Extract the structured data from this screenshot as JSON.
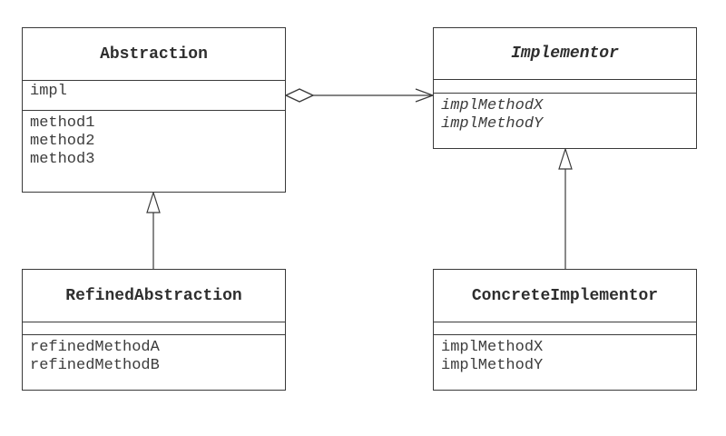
{
  "classes": {
    "abstraction": {
      "name": "Abstraction",
      "fields": [
        "impl"
      ],
      "methods": [
        "method1",
        "method2",
        "method3"
      ]
    },
    "implementor": {
      "name": "Implementor",
      "abstract": true,
      "fields": [],
      "methods": [
        "implMethodX",
        "implMethodY"
      ]
    },
    "refined_abstraction": {
      "name": "RefinedAbstraction",
      "fields": [],
      "methods": [
        "refinedMethodA",
        "refinedMethodB"
      ]
    },
    "concrete_implementor": {
      "name": "ConcreteImplementor",
      "fields": [],
      "methods": [
        "implMethodX",
        "implMethodY"
      ]
    }
  },
  "relations": [
    {
      "type": "aggregation",
      "from": "Abstraction",
      "to": "Implementor"
    },
    {
      "type": "generalization",
      "from": "RefinedAbstraction",
      "to": "Abstraction"
    },
    {
      "type": "generalization",
      "from": "ConcreteImplementor",
      "to": "Implementor"
    }
  ],
  "colors": {
    "line": "#3a3a3a",
    "text": "#333333",
    "background": "#ffffff"
  }
}
